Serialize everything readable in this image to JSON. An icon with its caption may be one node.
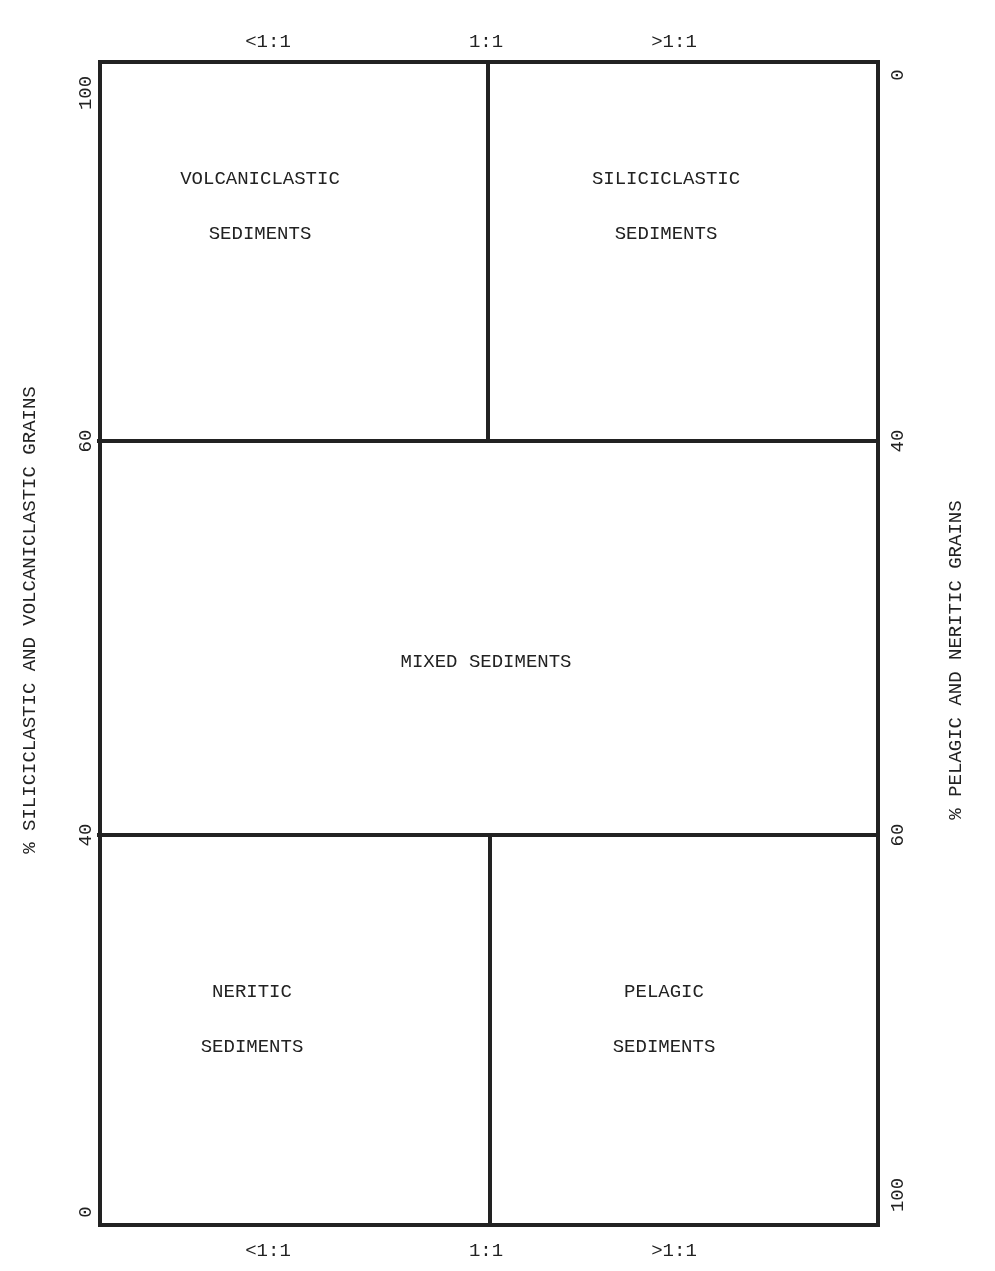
{
  "diagram": {
    "nodes": [
      {
        "text": [
          "VOLCANICLASTIC SEDIMENTS"
        ]
      },
      {
        "text": [
          "SILICICLASTIC SEDIMENTS"
        ]
      },
      {
        "text": [
          "MIXED SEDIMENTS"
        ]
      },
      {
        "text": [
          "NERITIC SEDIMENTS"
        ]
      },
      {
        "text": [
          "PELAGIC SEDIMENTS"
        ]
      }
    ],
    "labels": [
      "<1:1",
      "1:1",
      ">1:1",
      "100",
      "60",
      "40",
      "0",
      "% SILICICLASTIC AND VOLCANICLASTIC GRAINS",
      "0",
      "40",
      "60",
      "100",
      "% PELAGIC AND NERITIC GRAINS",
      "<1:1",
      "1:1",
      ">1:1"
    ]
  }
}
